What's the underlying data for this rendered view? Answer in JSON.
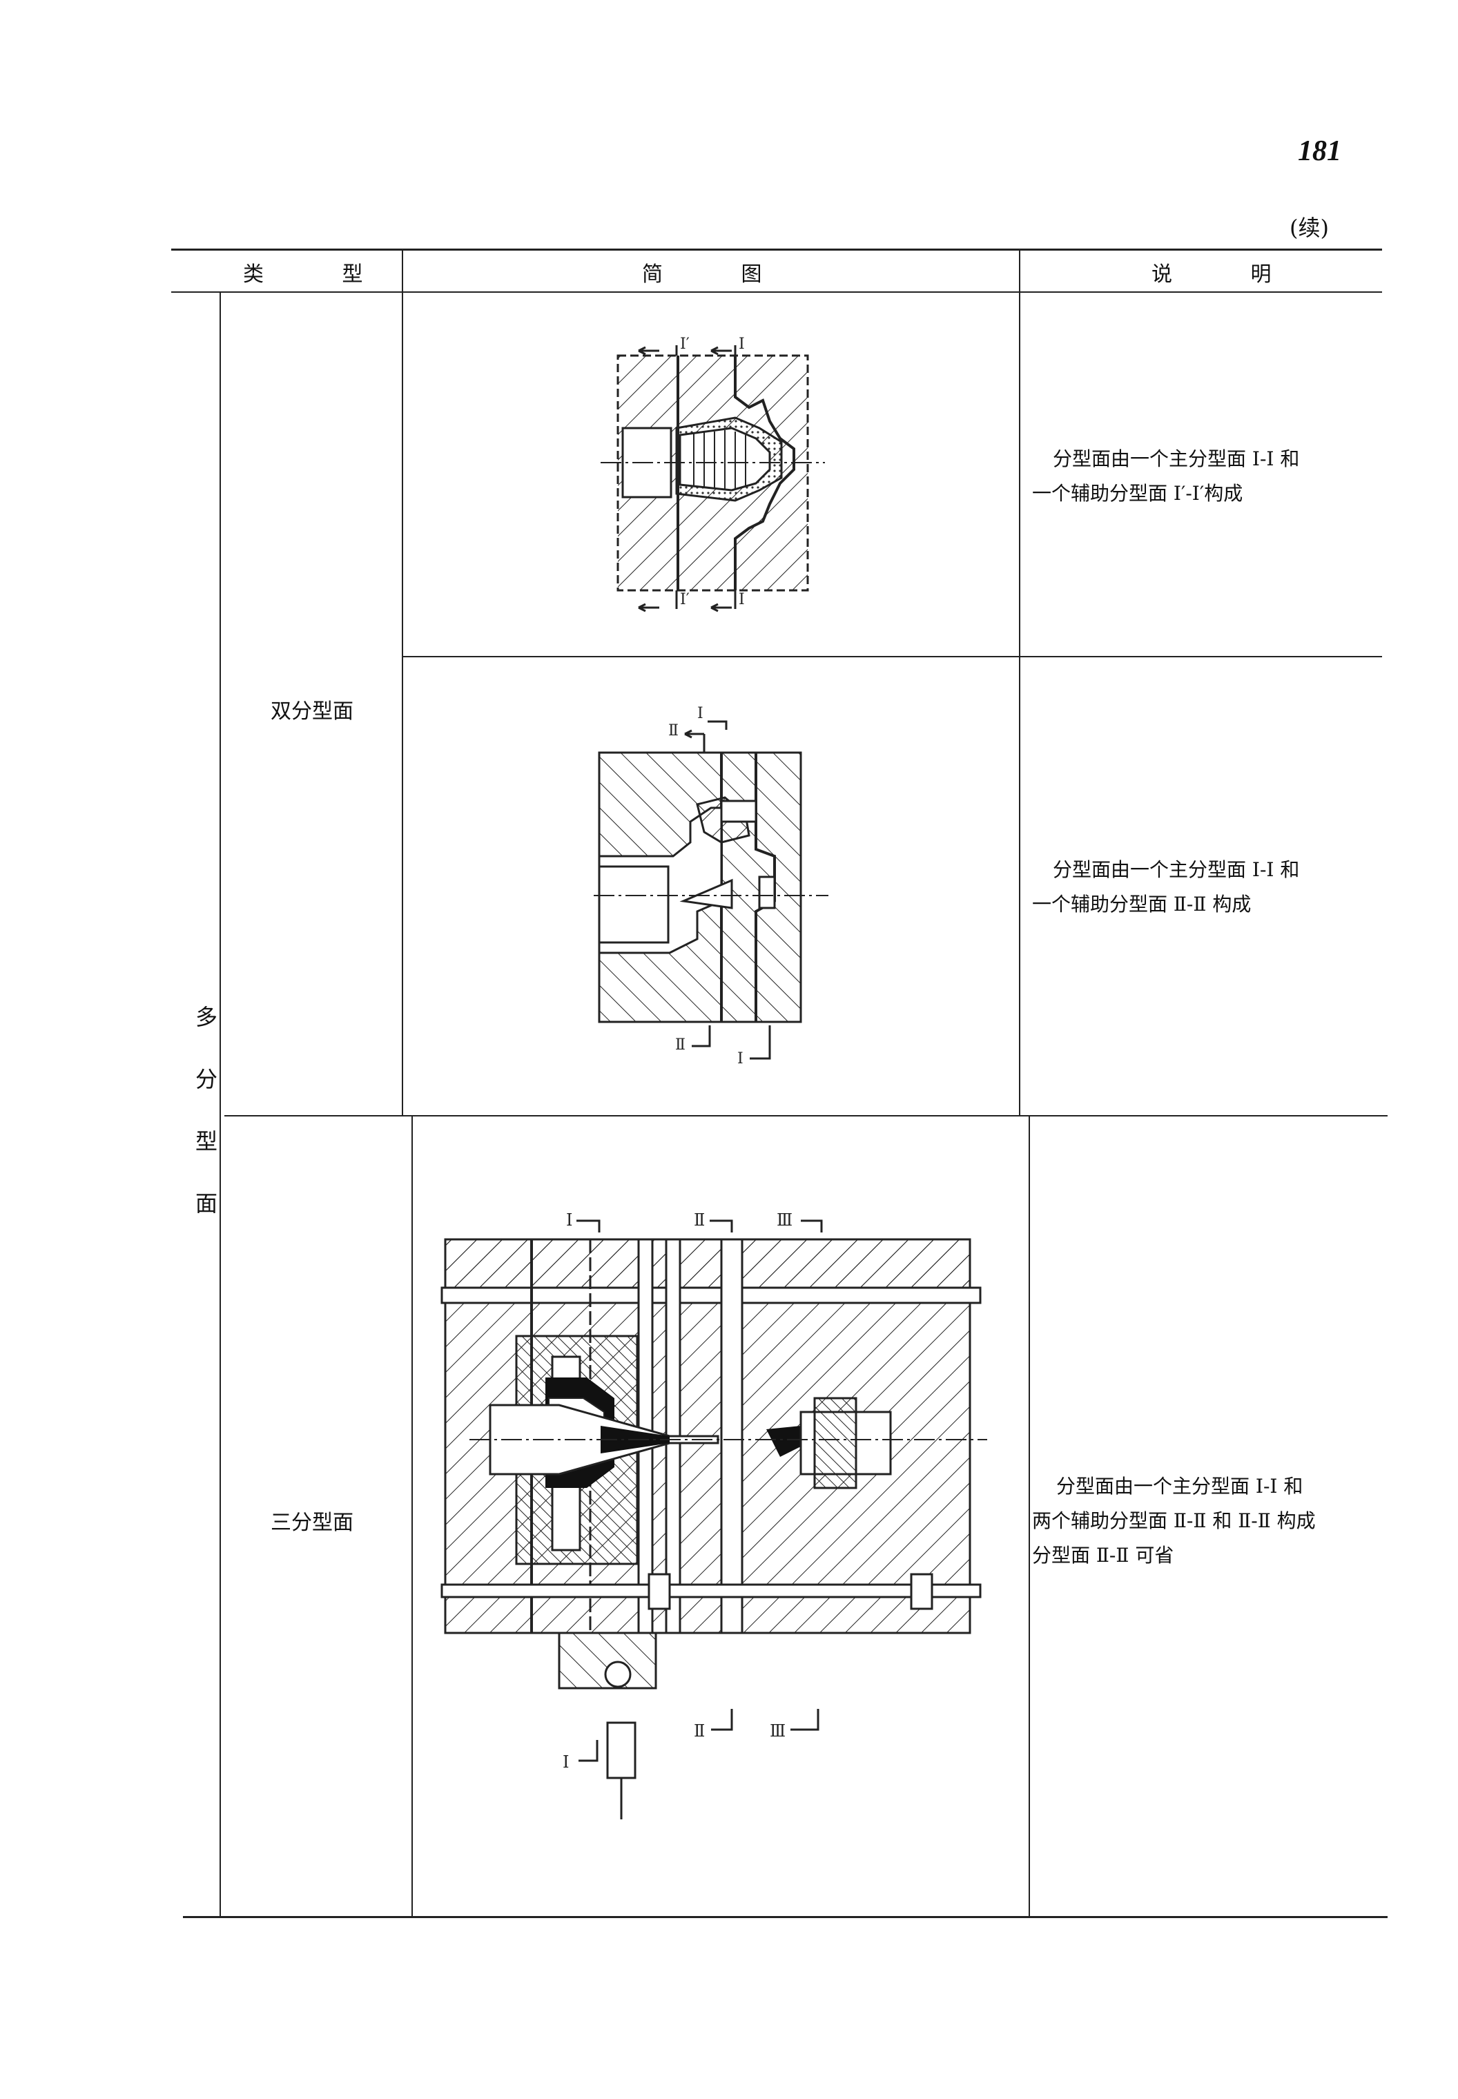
{
  "page_number": "181",
  "continuation_note": "(续)",
  "table": {
    "headers": {
      "type": "类  型",
      "diagram": "简    图",
      "description": "说  明"
    },
    "group_label": [
      "多",
      "分",
      "型",
      "面"
    ],
    "rows": [
      {
        "type": "双分型面",
        "description_lines": [
          "分型面由一个主分型面 Ⅰ-Ⅰ 和",
          "一个辅助分型面 Ⅰ′-Ⅰ′构成"
        ],
        "section_marks": [
          "Ⅰ′",
          "Ⅰ",
          "Ⅰ′",
          "Ⅰ"
        ]
      },
      {
        "type": "",
        "description_lines": [
          "分型面由一个主分型面 Ⅰ-Ⅰ 和",
          "一个辅助分型面 Ⅱ-Ⅱ 构成"
        ],
        "section_marks": [
          "Ⅰ",
          "Ⅱ",
          "Ⅱ",
          "Ⅰ"
        ]
      },
      {
        "type": "三分型面",
        "description_lines": [
          "分型面由一个主分型面 Ⅰ-Ⅰ 和",
          "两个辅助分型面 Ⅱ-Ⅱ 和 Ⅱ-Ⅱ 构成",
          "分型面 Ⅱ-Ⅱ 可省"
        ],
        "section_marks": [
          "Ⅰ",
          "Ⅱ",
          "Ⅲ",
          "Ⅱ",
          "Ⅲ",
          "Ⅰ"
        ]
      }
    ]
  }
}
